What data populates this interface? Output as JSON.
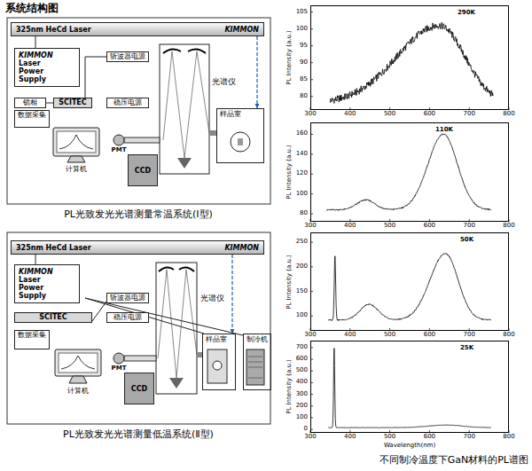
{
  "diagram": {
    "title": "系统结构图",
    "nodes": [
      {
        "text": [
          "325nm HeCd Laser",
          "KIMMON"
        ]
      },
      {
        "text": [
          "KIMMON",
          "Laser Power Supply"
        ]
      },
      {
        "text": [
          "斩波器电源"
        ]
      },
      {
        "text": [
          "锁相"
        ]
      },
      {
        "text": [
          "SCITEC"
        ]
      },
      {
        "text": [
          "数据采集"
        ]
      },
      {
        "text": [
          "稳压电源"
        ]
      },
      {
        "text": [
          "CCD"
        ]
      },
      {
        "text": [
          "样品室"
        ]
      },
      {
        "text": [
          "325nm HeCd Laser",
          "KIMMON"
        ]
      },
      {
        "text": [
          "KIMMON",
          "Laser Power Supply"
        ]
      },
      {
        "text": [
          "斩波器电源"
        ]
      },
      {
        "text": [
          "SCITEC"
        ]
      },
      {
        "text": [
          "稳压电源"
        ]
      },
      {
        "text": [
          "数据采集"
        ]
      },
      {
        "text": [
          "CCD"
        ]
      },
      {
        "text": [
          "样品室"
        ]
      },
      {
        "text": [
          "制冷机"
        ]
      },
      {
        "text": [
          "290K"
        ]
      },
      {
        "text": [
          "110K"
        ]
      },
      {
        "text": [
          "50K"
        ]
      },
      {
        "text": [
          "25K"
        ]
      }
    ],
    "edges": [
      {
        "from": 1,
        "to": 0,
        "arrow": "none"
      },
      {
        "from": 0,
        "to": 8,
        "arrow": "to"
      },
      {
        "from": 3,
        "to": 4,
        "arrow": "none"
      },
      {
        "from": 2,
        "to": 4,
        "arrow": "none"
      },
      {
        "from": 10,
        "to": 9,
        "arrow": "none"
      },
      {
        "from": 9,
        "to": 16,
        "arrow": "to"
      },
      {
        "from": 11,
        "to": 12,
        "arrow": "none"
      },
      {
        "from": 17,
        "to": 16,
        "arrow": "none"
      }
    ],
    "labels": [
      "光谱仪",
      "PMT",
      "计算机",
      "PL光致发光光谱测量常温系统(Ⅰ型)",
      "光谱仪",
      "PMT",
      "计算机",
      "PL光致发光光谱测量低温系统(Ⅱ型)",
      "不同制冷温度下GaN材料的PL谱图",
      "PL Intensity (a.u.)",
      "80",
      "85",
      "90",
      "95",
      "100",
      "105",
      "300",
      "400",
      "500",
      "600",
      "700",
      "800",
      "PL Intensity (a.u.)",
      "80",
      "100",
      "120",
      "140",
      "160",
      "300",
      "400",
      "500",
      "600",
      "700",
      "800",
      "PL Intensity (a.u.)",
      "100",
      "150",
      "200",
      "250",
      "300",
      "400",
      "500",
      "600",
      "700",
      "800",
      "PL Intensity (a.u.)",
      "0",
      "100",
      "200",
      "300",
      "400",
      "500",
      "600",
      "700",
      "300",
      "400",
      "500",
      "600",
      "700",
      "800",
      "Wavelength(nm)"
    ]
  }
}
